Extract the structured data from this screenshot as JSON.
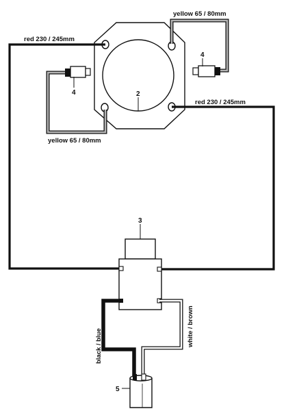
{
  "labels": {
    "red_top_left": "red 230 / 245mm",
    "red_right": "red 230 / 245mm",
    "yellow_top_right": "yellow 65 / 80mm",
    "yellow_bottom_left": "yellow 65 / 80mm",
    "black_blue": "black / blue",
    "white_brown": "white / brown"
  },
  "callouts": {
    "plate": "2",
    "switch": "3",
    "connector_right": "4",
    "connector_left": "4",
    "cable": "5"
  },
  "colors": {
    "line": "#111111",
    "wire_red": "#111111",
    "wire_yellow_fill": "#b5b5b5",
    "wire_white_fill": "#ffffff"
  }
}
